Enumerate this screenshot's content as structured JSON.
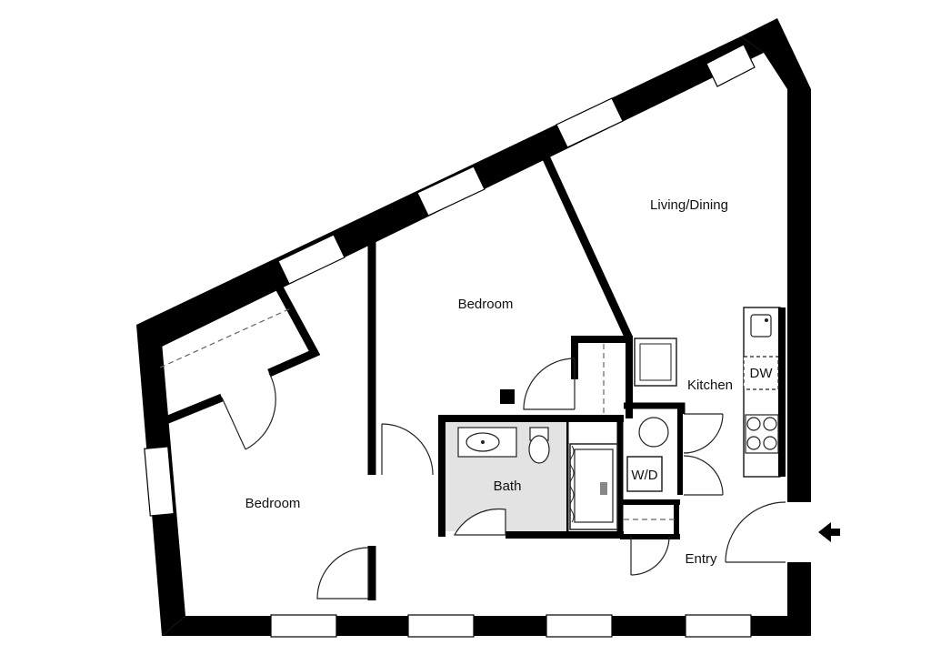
{
  "rooms": {
    "living_dining": "Living/Dining",
    "bedroom_center": "Bedroom",
    "bedroom_left": "Bedroom",
    "kitchen": "Kitchen",
    "bath": "Bath",
    "entry": "Entry"
  },
  "appliances": {
    "dishwasher": "DW",
    "washer_dryer": "W/D"
  },
  "colors": {
    "wall": "#000000",
    "window": "#ffffff",
    "bath_floor": "#e3e3e3",
    "line": "#222222"
  }
}
